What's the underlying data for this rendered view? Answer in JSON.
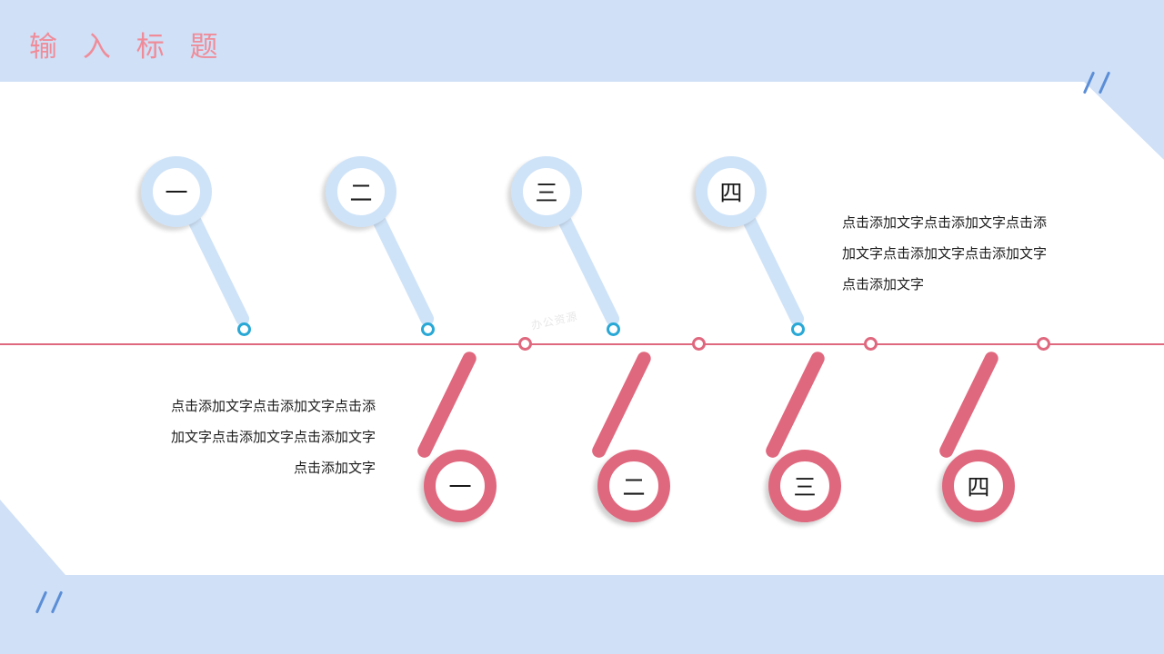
{
  "slide": {
    "title": "输 入 标 题",
    "accent_pink": "#e0687e",
    "accent_blue": "#cfe3f8",
    "background": "#cfe0f7",
    "sheet": "#ffffff",
    "node_blue": "#29a8d6",
    "title_color": "#f08c99"
  },
  "top_items": [
    {
      "label": "一"
    },
    {
      "label": "二"
    },
    {
      "label": "三"
    },
    {
      "label": "四"
    }
  ],
  "bottom_items": [
    {
      "label": "一"
    },
    {
      "label": "二"
    },
    {
      "label": "三"
    },
    {
      "label": "四"
    }
  ],
  "text_right": {
    "line1": "点击添加文字点击添加文字点击添",
    "line2": "加文字点击添加文字点击添加文字",
    "line3": "点击添加文字"
  },
  "text_left": {
    "line1": "点击添加文字点击添加文字点击添",
    "line2": "加文字点击添加文字点击添加文字",
    "line3": "点击添加文字"
  },
  "watermark": {
    "text": "办公资源"
  }
}
